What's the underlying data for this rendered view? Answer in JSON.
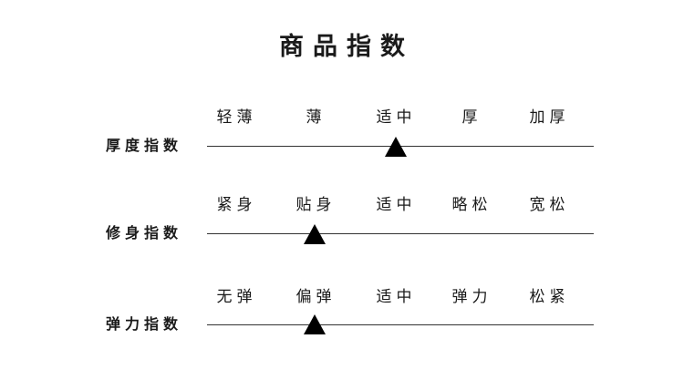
{
  "title": "商品指数",
  "rows": [
    {
      "label": "厚度指数",
      "options": [
        "轻薄",
        "薄",
        "适中",
        "厚",
        "加厚"
      ],
      "selected_index": 2
    },
    {
      "label": "修身指数",
      "options": [
        "紧身",
        "贴身",
        "适中",
        "略松",
        "宽松"
      ],
      "selected_index": 1
    },
    {
      "label": "弹力指数",
      "options": [
        "无弹",
        "偏弹",
        "适中",
        "弹力",
        "松紧"
      ],
      "selected_index": 1
    }
  ],
  "marker_icon": "triangle-up-icon",
  "colors": {
    "text": "#1a1a1a",
    "line": "#333333",
    "marker": "#000000",
    "background": "#ffffff"
  }
}
